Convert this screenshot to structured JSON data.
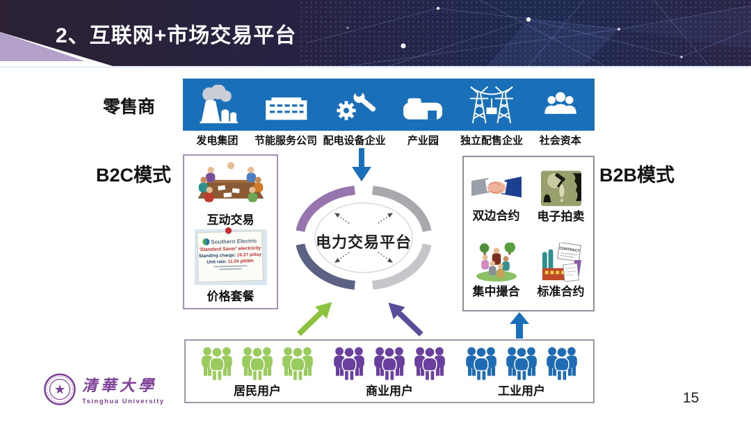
{
  "slide": {
    "title": "2、互联网+市场交易平台",
    "page_number": "15"
  },
  "labels": {
    "retailer": "零售商",
    "b2c_mode": "B2C模式",
    "b2b_mode": "B2B模式"
  },
  "supply_chain": {
    "items": [
      {
        "icon": "power-plant-icon",
        "label": "发电集团"
      },
      {
        "icon": "office-building-icon",
        "label": "节能服务公司"
      },
      {
        "icon": "gear-wrench-icon",
        "label": "配电设备企业"
      },
      {
        "icon": "industrial-park-icon",
        "label": "产业园"
      },
      {
        "icon": "transmission-tower-icon",
        "label": "独立配售企业"
      },
      {
        "icon": "people-group-icon",
        "label": "社会资本"
      }
    ]
  },
  "platform": {
    "label": "电力交易平台"
  },
  "b2c": {
    "items": [
      {
        "image": "meeting-clipart",
        "label": "互动交易"
      },
      {
        "image": "price-card-clipart",
        "label": "价格套餐"
      }
    ],
    "price_card": {
      "brand": "Southern Electric",
      "plan_line": "'Standard Saver' electricity",
      "standing_charge_label": "Standing charge:",
      "standing_charge_value": "16.27 p/day",
      "unit_rate_label": "Unit rate:",
      "unit_rate_value": "11.04 p/kWh"
    }
  },
  "b2b": {
    "contract_paper_text": "CONTRACT",
    "items": [
      {
        "image": "handshake-clipart",
        "label": "双边合约"
      },
      {
        "image": "auction-clipart",
        "label": "电子拍卖"
      },
      {
        "image": "crowd-clipart",
        "label": "集中撮合"
      },
      {
        "image": "contract-clipart",
        "label": "标准合约"
      }
    ]
  },
  "users": {
    "groups": [
      {
        "label": "居民用户",
        "color": "#9acb5e"
      },
      {
        "label": "商业用户",
        "color": "#6a3f9e"
      },
      {
        "label": "工业用户",
        "color": "#1f6cb4"
      }
    ]
  },
  "footer": {
    "logo_cn": "清華大學",
    "logo_en": "Tsinghua University"
  },
  "colors": {
    "banner_blue": "#1a70b8",
    "arrow_green": "#8cc23c",
    "arrow_purple": "#5b4b9b",
    "ring_purple": "#9776ad",
    "ring_gray": "#a9a9ad",
    "ring_slate": "#5b6284",
    "ring_lightgray": "#c6c6ca",
    "header_dark": "#2b2133",
    "header_navy": "#1f2a50",
    "accent_lavender": "#b3a1c9"
  }
}
